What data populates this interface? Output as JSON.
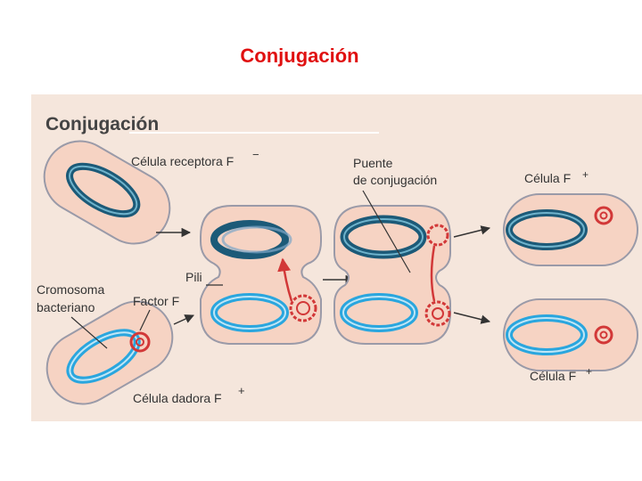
{
  "slide": {
    "title": "Conjugación"
  },
  "figure": {
    "title": "Conjugación",
    "labels": {
      "receptor": "Célula receptora F",
      "receptor_sign": "−",
      "donor": "Célula dadora F",
      "donor_sign": "+",
      "bridge_line1": "Puente",
      "bridge_line2": "de conjugación",
      "pili": "Pili",
      "chromosome_line1": "Cromosoma",
      "chromosome_line2": "bacteriano",
      "factor_f": "Factor F",
      "result_top": "Célula F",
      "result_top_sign": "+",
      "result_bottom": "Célula F",
      "result_bottom_sign": "+"
    },
    "colors": {
      "cell_fill": "#f6d3c3",
      "cell_outline": "#9a9aa8",
      "panel_bg": "#f5e6dc",
      "dark_chromosome": "#1c5a78",
      "light_chromosome": "#2aa6de",
      "plasmid": "#d23838"
    }
  }
}
